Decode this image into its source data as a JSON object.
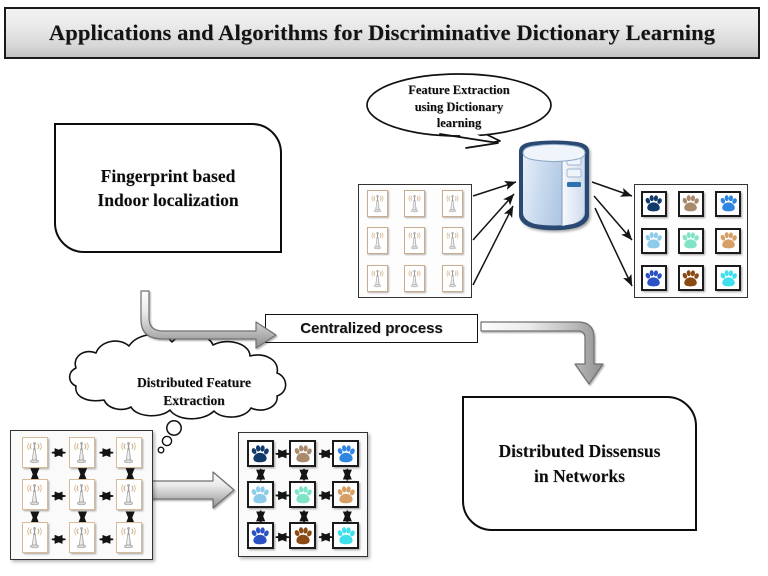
{
  "header": {
    "title": "Applications and Algorithms for Discriminative Dictionary Learning"
  },
  "diagram": {
    "nodes": {
      "fingerprint_box": {
        "label": "Fingerprint based\nIndoor localization",
        "shape": "rounded-corner-box"
      },
      "dissensus_box": {
        "label": "Distributed Dissensus\nin Networks",
        "shape": "rounded-corner-box"
      },
      "central_box": {
        "label": "Centralized process",
        "shape": "rectangle"
      },
      "server": {
        "name": "server-tower-icon",
        "color": "#5b7fae"
      }
    },
    "callouts": {
      "feature_bubble": {
        "label": "Feature Extraction\nusing Dictionary\nlearning",
        "shape": "ellipse-speech-bubble"
      },
      "distributed_bubble": {
        "label": "Distributed Feature\nExtraction",
        "shape": "cloud-thought-bubble"
      }
    },
    "grids": {
      "antenna_input_grid": {
        "name": "antenna-signal-grid",
        "rows": 3,
        "cols": 3,
        "icon": "wifi-antenna-icon",
        "frame_color": "#c9ad8e"
      },
      "paw_output_grid": {
        "name": "paw-feature-grid",
        "rows": 3,
        "cols": 3,
        "icon": "paw-print-icon",
        "colors": [
          [
            "#123a6b",
            "#a98a6c",
            "#2f86e0"
          ],
          [
            "#8ecbe8",
            "#7fe3c6",
            "#d79f66"
          ],
          [
            "#2a52c4",
            "#8a4a12",
            "#3fe0ee"
          ]
        ]
      },
      "antenna_network_grid": {
        "name": "distributed-antenna-network",
        "rows": 3,
        "cols": 3,
        "icon": "wifi-antenna-icon",
        "link_style": "double-headed-arrow"
      },
      "paw_network_grid": {
        "name": "distributed-paw-network",
        "rows": 3,
        "cols": 3,
        "icon": "paw-print-icon",
        "link_style": "double-headed-arrow",
        "colors": [
          [
            "#123a6b",
            "#a98a6c",
            "#2f86e0"
          ],
          [
            "#8ecbe8",
            "#7fe3c6",
            "#d79f66"
          ],
          [
            "#2a52c4",
            "#8a4a12",
            "#3fe0ee"
          ]
        ]
      }
    },
    "connectors": {
      "antenna_to_server": {
        "name": "arrow-antenna-to-server",
        "count": 3,
        "style": "thin-black-arrow"
      },
      "server_to_paw": {
        "name": "arrow-server-to-paw",
        "count": 3,
        "style": "thin-black-arrow"
      },
      "fingerprint_to_central": {
        "name": "block-arrow-to-central",
        "style": "gray-bent-block-arrow"
      },
      "central_to_dissensus": {
        "name": "block-arrow-to-dissensus",
        "style": "gray-bent-block-arrow"
      },
      "antenna_net_to_paw_net": {
        "name": "block-arrow-network-transform",
        "style": "gray-block-arrow"
      }
    },
    "palette": {
      "banner_border": "#1a1a1a",
      "banner_fill_top": "#f2f2f2",
      "banner_fill_bottom": "#c2c2c2",
      "box_border": "#0d0d0d",
      "arrow_gray_light": "#f4f4f4",
      "arrow_gray_dark": "#8a8a8a",
      "connector_black": "#141414"
    }
  }
}
